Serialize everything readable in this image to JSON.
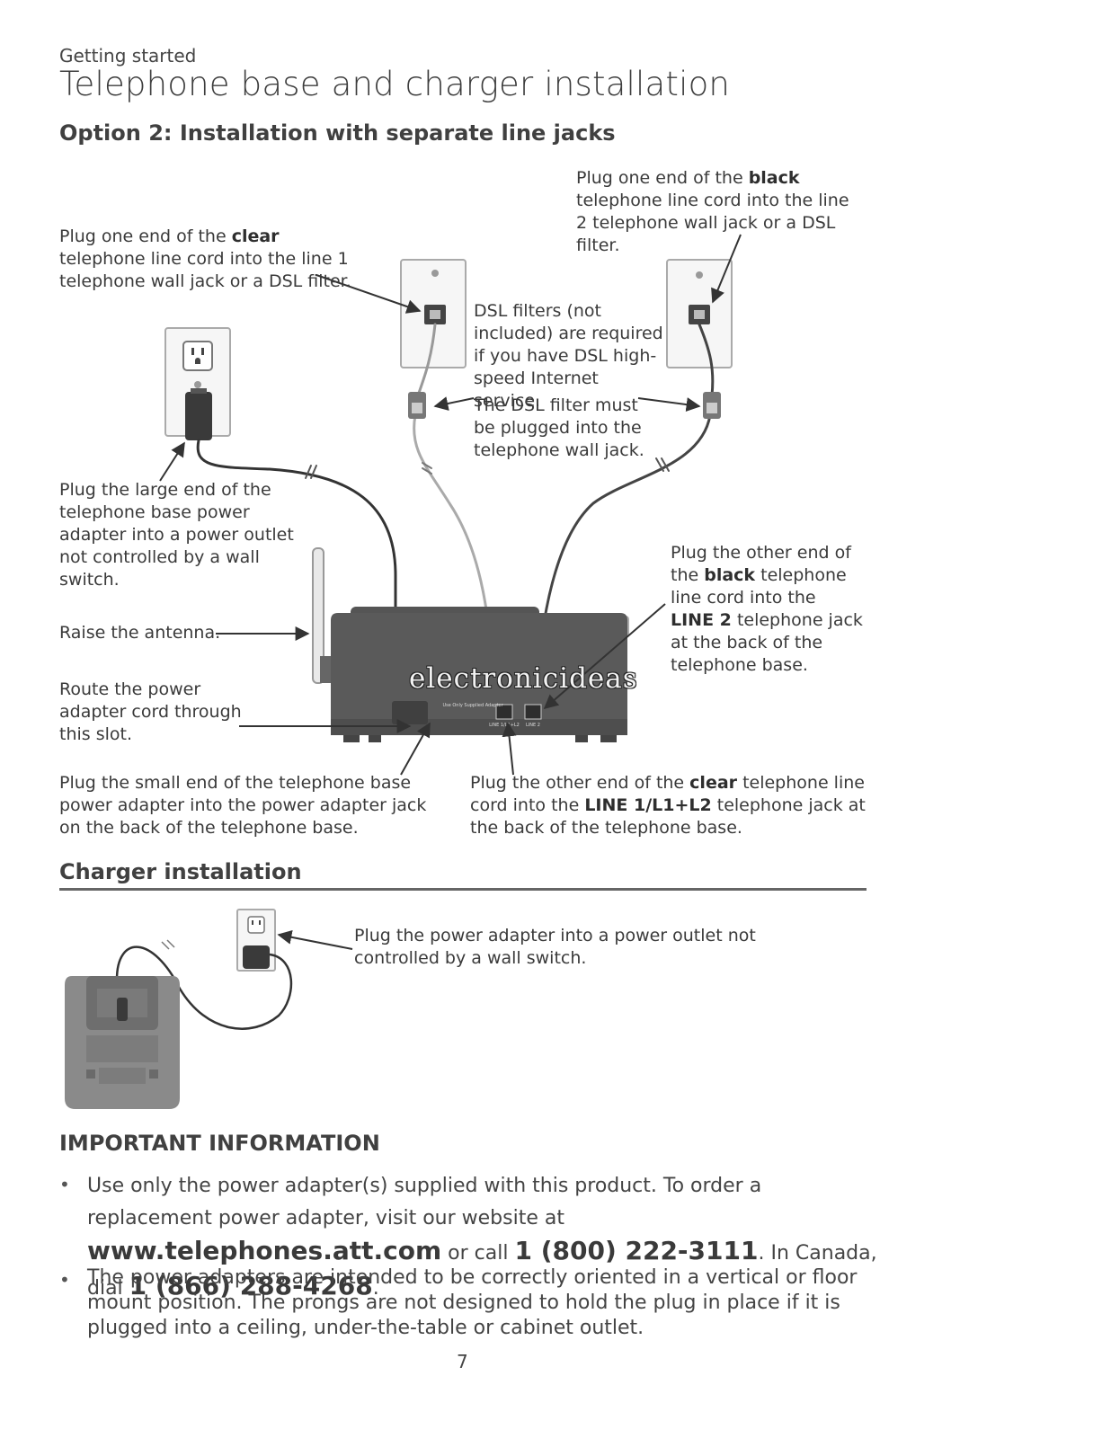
{
  "header": {
    "section": "Getting started",
    "title": "Telephone base and charger installation",
    "option_title": "Option 2: Installation with separate line jacks"
  },
  "callouts": {
    "black_cord": {
      "a": "Plug one end of the ",
      "b": "black",
      "c": " telephone line cord into the line 2 telephone wall jack or a DSL filter."
    },
    "clear_cord": {
      "a": "Plug one end of the ",
      "b": "clear",
      "c": " telephone line cord into the line 1 telephone wall jack or a DSL filter."
    },
    "dsl_required": "DSL filters (not included) are required if you have DSL high-speed Internet service.",
    "dsl_plugged": "The DSL filter must be plugged into the telephone wall jack.",
    "power_large_end": "Plug the large end of the telephone base power adapter into a power outlet not controlled by a wall switch.",
    "antenna": "Raise the antenna.",
    "route_cord": "Route the power adapter cord through this slot.",
    "black_other_end": {
      "a": "Plug the other end of the ",
      "b": "black",
      "c": " telephone line cord into the ",
      "d": "LINE 2",
      "e": " telephone jack at the back of the telephone base."
    },
    "power_small_end": "Plug the small end of the telephone base power adapter into the power adapter jack on the back of the telephone base.",
    "clear_other_end": {
      "a": "Plug the other end of the ",
      "b": "clear",
      "c": " telephone line cord into the ",
      "d": "LINE 1/L1+L2",
      "e": " telephone jack at the back of the telephone base."
    }
  },
  "base_labels": {
    "adapter_note": "Use Only Supplied Adapter",
    "line1": "LINE 1/L1+L2",
    "line2": "LINE 2"
  },
  "watermark": "electronicideas",
  "charger": {
    "title": "Charger installation",
    "callout": "Plug the power adapter into a power outlet not controlled by a wall switch."
  },
  "important": {
    "title": "IMPORTANT INFORMATION",
    "bullet1": {
      "a": "Use only the power adapter(s) supplied with this product. To order a replacement power adapter, visit our website at ",
      "url": "www.telephones.att.com",
      "b": " or call ",
      "phone_us": "1 (800) 222-3111",
      "c": ". In Canada, dial ",
      "phone_ca": "1 (866) 288-4268",
      "d": "."
    },
    "bullet2": "The power adapters are intended to be correctly oriented in a vertical or floor mount position. The prongs are not designed to hold the plug in place if it is plugged into a ceiling, under-the-table or cabinet outlet.",
    "bullet_symbol": "•"
  },
  "page_number": "7",
  "colors": {
    "text": "#3a3a3a",
    "device_dark": "#5a5a5a",
    "device_mid": "#8a8a8a",
    "plate": "#f4f4f4"
  }
}
